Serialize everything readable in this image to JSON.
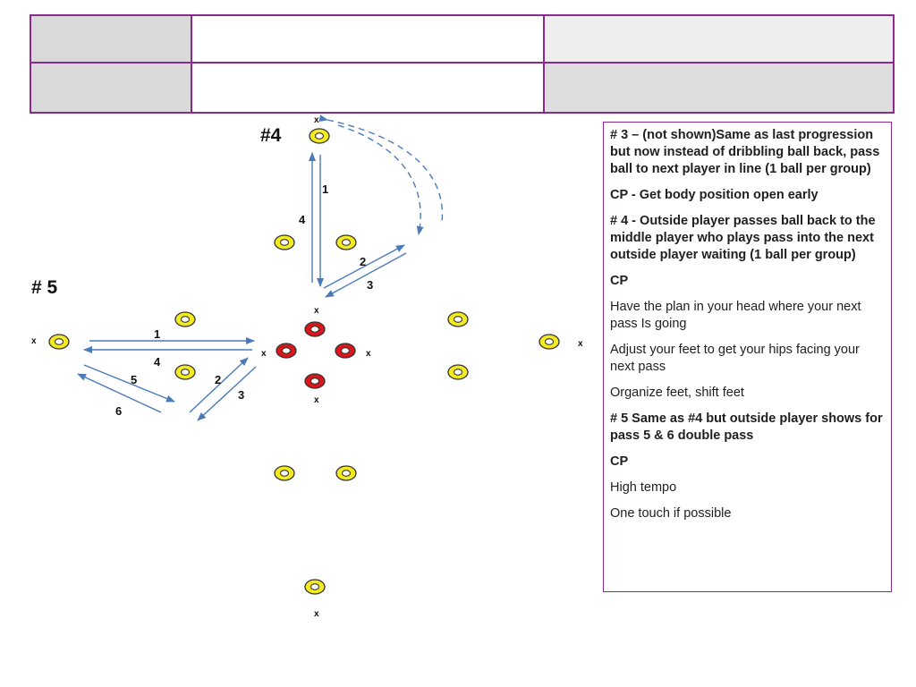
{
  "header": {
    "rows": [
      [
        "",
        "",
        ""
      ],
      [
        "",
        "",
        ""
      ]
    ]
  },
  "diagram": {
    "titles": {
      "drill4": "#4",
      "drill5": "# 5"
    },
    "position_marker": "x",
    "drill4_pass_numbers": [
      "1",
      "2",
      "3",
      "4"
    ],
    "drill5_pass_numbers": [
      "1",
      "2",
      "3",
      "4",
      "5",
      "6"
    ],
    "colors": {
      "cone_yellow": "#f3ea1f",
      "cone_red": "#d8161c",
      "arrow": "#4a7ab8",
      "border": "#8a2a8f"
    }
  },
  "notes": [
    {
      "text": "# 3 – (not shown)Same as last progression but now instead of dribbling ball back, pass ball to next player in line (1 ball per group)",
      "bold": true
    },
    {
      "text": "CP  - Get body position open early",
      "bold": true
    },
    {
      "text": "# 4 - Outside player passes ball back to the  middle player who plays pass into the next outside player waiting (1 ball per group)",
      "bold": true
    },
    {
      "text": "CP",
      "bold": true
    },
    {
      "text": "Have the plan in your head where your next pass Is going",
      "bold": false
    },
    {
      "text": "Adjust your feet to get your hips facing your next pass",
      "bold": false
    },
    {
      "text": "Organize feet, shift feet",
      "bold": false
    },
    {
      "text": "# 5 Same as #4 but outside player shows for pass 5 & 6 double pass",
      "bold": true
    },
    {
      "text": "CP",
      "bold": true
    },
    {
      "text": "High tempo",
      "bold": false
    },
    {
      "text": "One touch if possible",
      "bold": false
    }
  ]
}
